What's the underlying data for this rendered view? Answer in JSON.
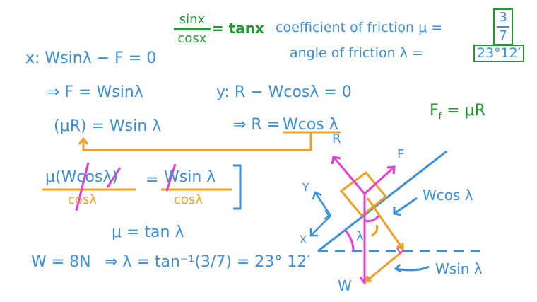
{
  "top": {
    "identity_num": "sinx",
    "identity_den": "cosx",
    "identity_rhs": "= tanx",
    "coef_label": "coefficient of friction μ =",
    "coef_num": "3",
    "coef_den": "7",
    "angle_label": "angle of friction λ =",
    "angle_value": "23°12′"
  },
  "equations": {
    "x_eq": "x:  Wsinλ − F = 0",
    "f_eq": "⇒ F = Wsinλ",
    "y_eq": "y:  R − Wcosλ = 0",
    "muR_eq": "(μR) = Wsin λ",
    "R_eq_prefix": "⇒ R =",
    "R_eq_value": "Wcos λ",
    "ff_eq_main": "F",
    "ff_eq_sub": "f",
    "ff_eq_rest": "= μR",
    "cancel_lhs_num": "μ(Wcosλ)",
    "cancel_lhs_den": "cosλ",
    "cancel_eq": "=",
    "cancel_rhs_num": "Wsin λ",
    "cancel_rhs_den": "cosλ",
    "mu_tan": "μ = tan λ",
    "w_value": "W = 8N",
    "lambda_eq": "⇒ λ = tan⁻¹(3/7) = 23° 12′"
  },
  "diagram": {
    "label_R": "R",
    "label_F": "F",
    "label_W": "W",
    "label_Y": "Y",
    "label_X": "X",
    "label_lambda": "λ",
    "label_wcos": "Wcos λ",
    "label_wsin": "Wsin λ"
  },
  "colors": {
    "blue": "#3a8fd6",
    "green": "#1f9a2e",
    "orange": "#f0a020",
    "pink": "#e83ad8"
  }
}
